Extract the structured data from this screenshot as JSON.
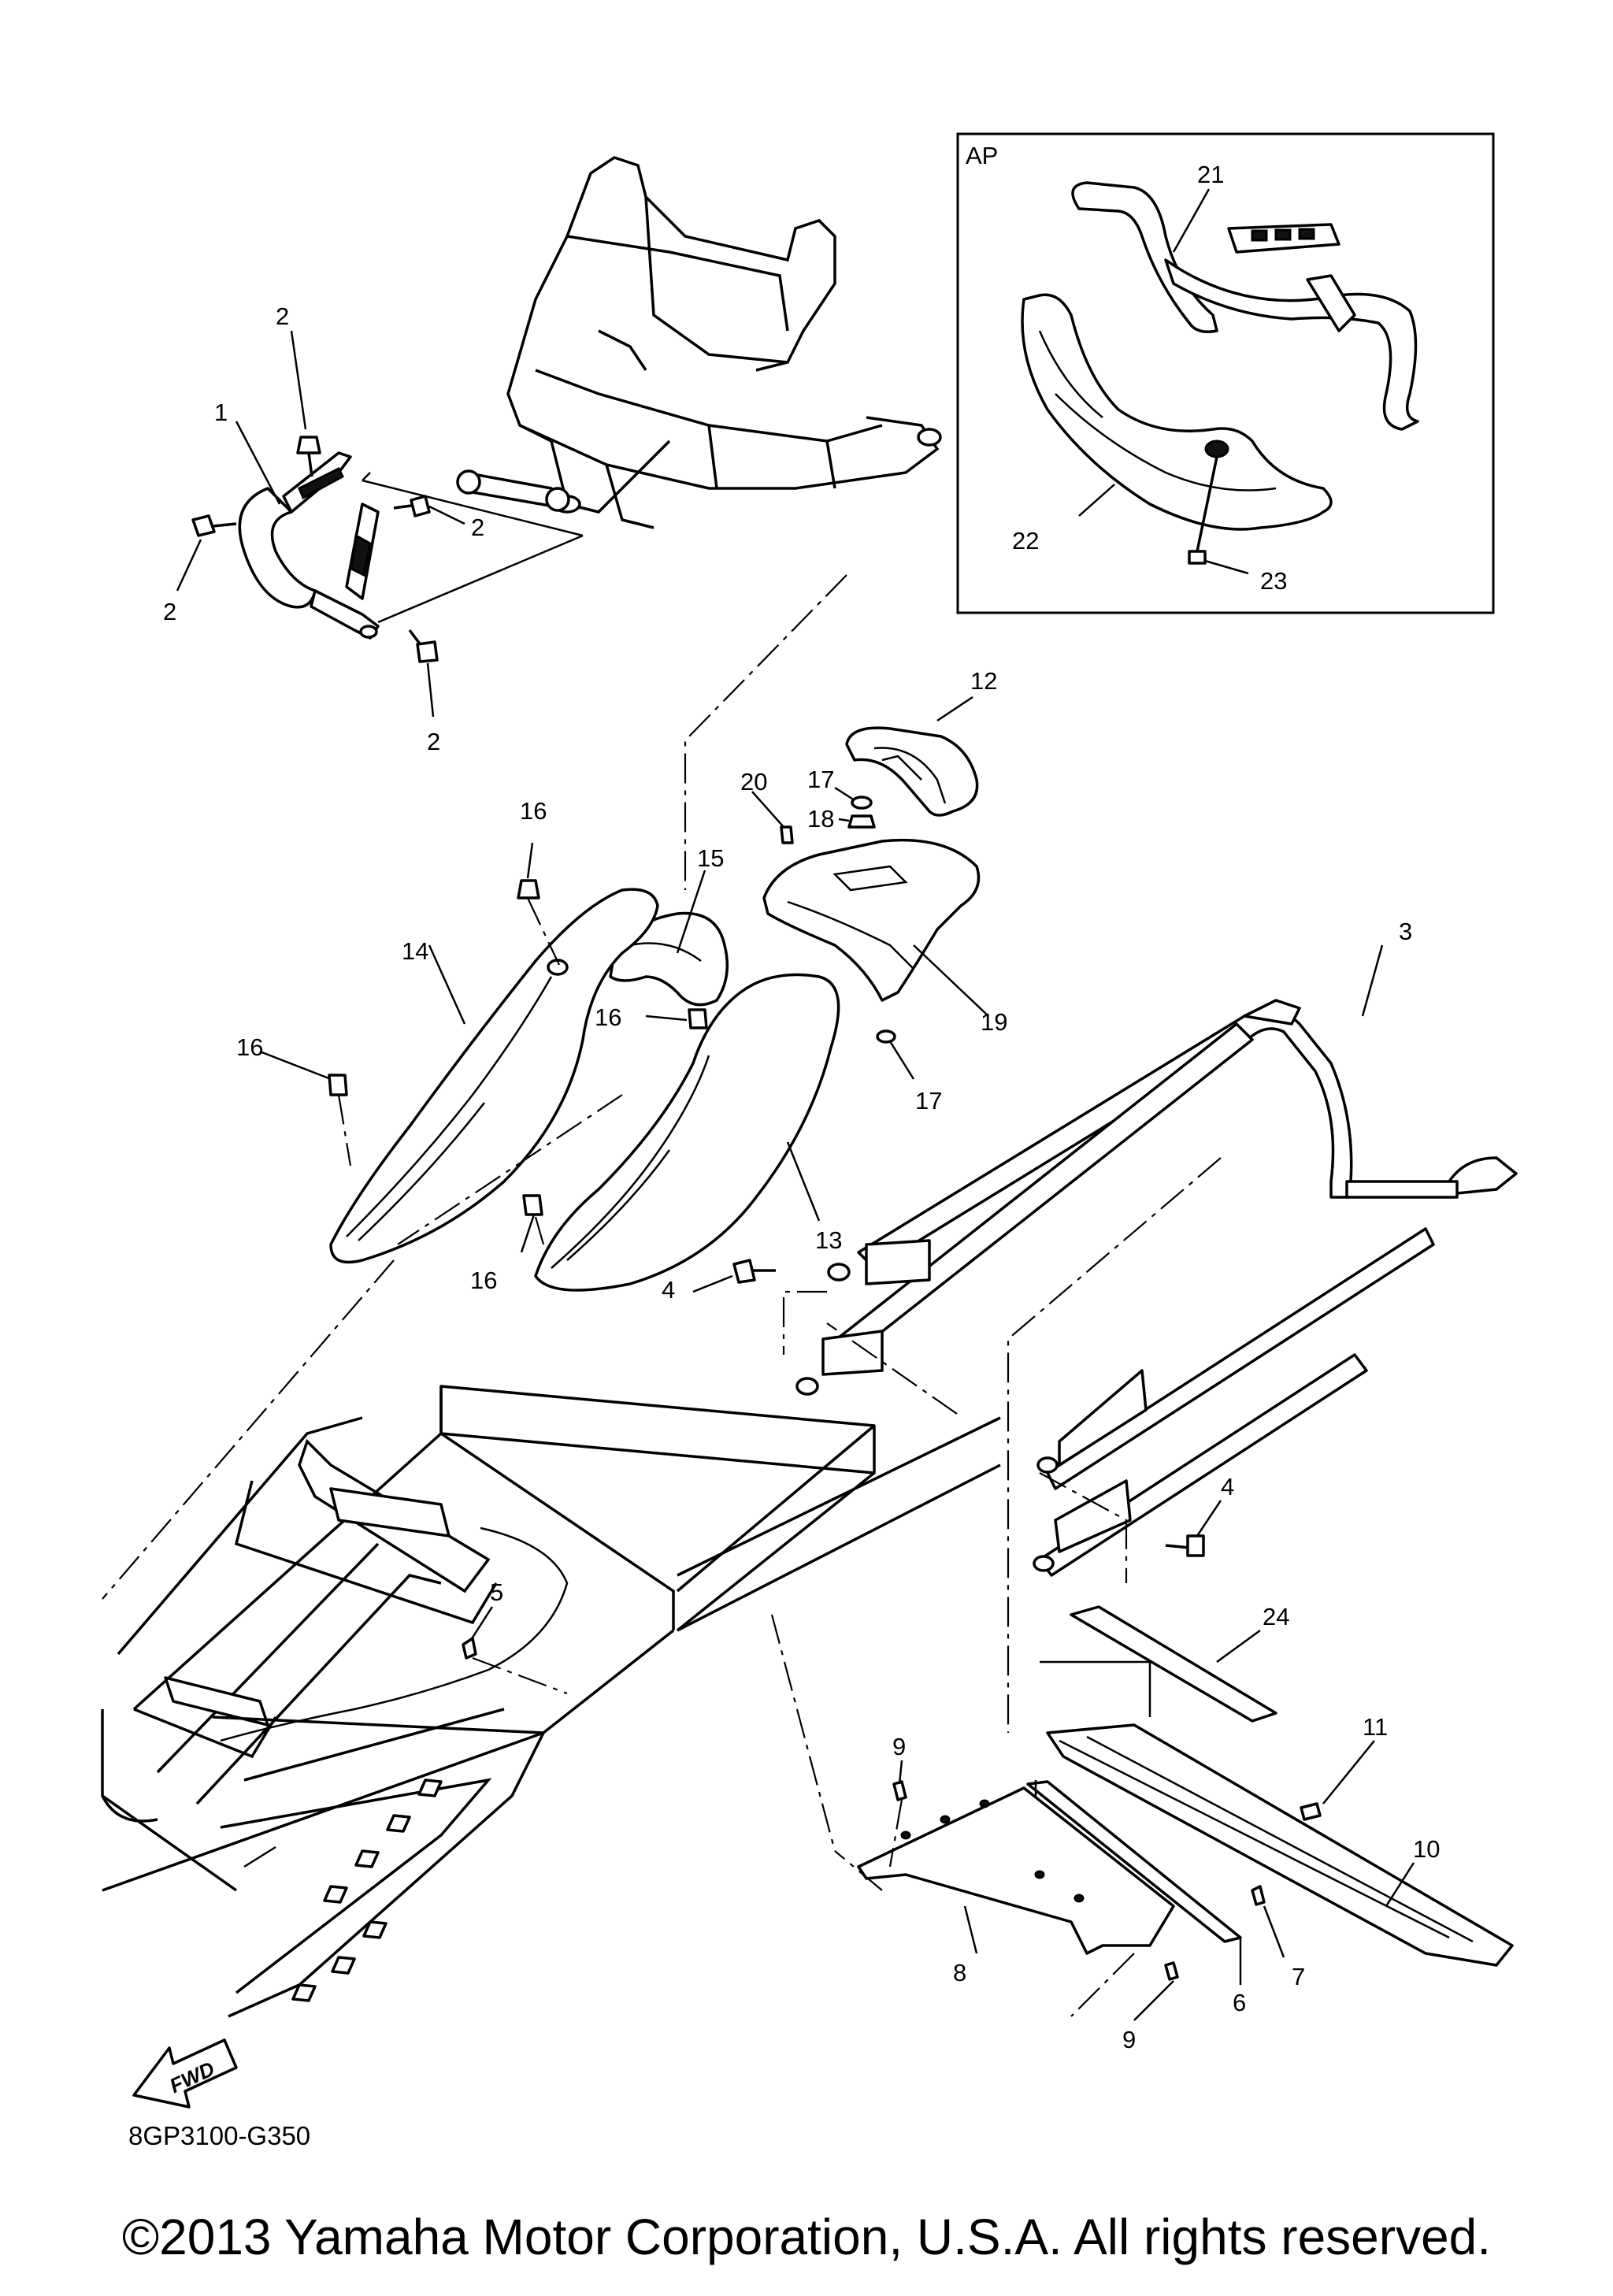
{
  "inset": {
    "label": "AP"
  },
  "callouts": [
    "1",
    "2",
    "2",
    "2",
    "2",
    "3",
    "4",
    "4",
    "5",
    "6",
    "7",
    "8",
    "9",
    "9",
    "10",
    "11",
    "12",
    "13",
    "14",
    "15",
    "16",
    "16",
    "16",
    "16",
    "17",
    "17",
    "18",
    "19",
    "20",
    "21",
    "22",
    "23",
    "24"
  ],
  "fwd_badge": "FWD",
  "diagram_code": "8GP3100-G350",
  "copyright": "©2013 Yamaha Motor Corporation, U.S.A. All rights reserved."
}
